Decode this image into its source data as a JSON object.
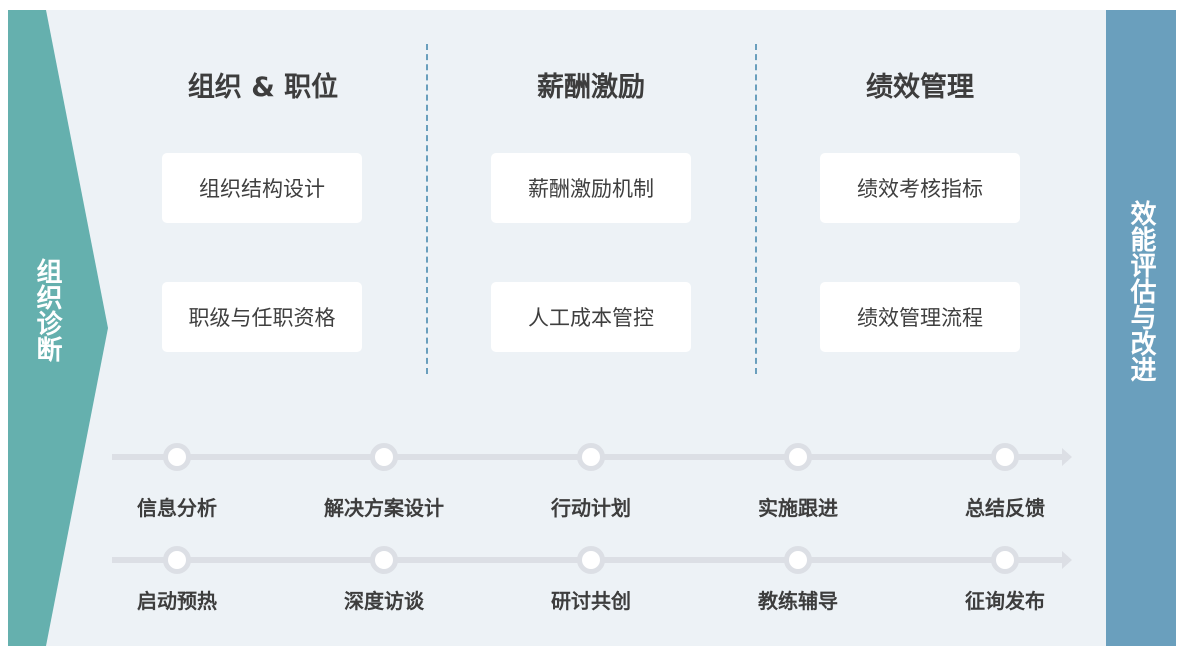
{
  "left_label": "组织诊断",
  "right_label": "效能评估与改进",
  "columns": [
    {
      "title": "组织 & 职位",
      "items": [
        "组织结构设计",
        "职级与任职资格"
      ]
    },
    {
      "title": "薪酬激励",
      "items": [
        "薪酬激励机制",
        "人工成本管控"
      ]
    },
    {
      "title": "绩效管理",
      "items": [
        "绩效考核指标",
        "绩效管理流程"
      ]
    }
  ],
  "timeline_rows": [
    [
      "信息分析",
      "解决方案设计",
      "行动计划",
      "实施跟进",
      "总结反馈"
    ],
    [
      "启动预热",
      "深度访谈",
      "研讨共创",
      "教练辅导",
      "征询发布"
    ]
  ],
  "colors": {
    "left_arrow": "#65b0ae",
    "right_bar": "#6a9fbd",
    "background": "#edf2f6",
    "track": "#dcdfe5"
  }
}
